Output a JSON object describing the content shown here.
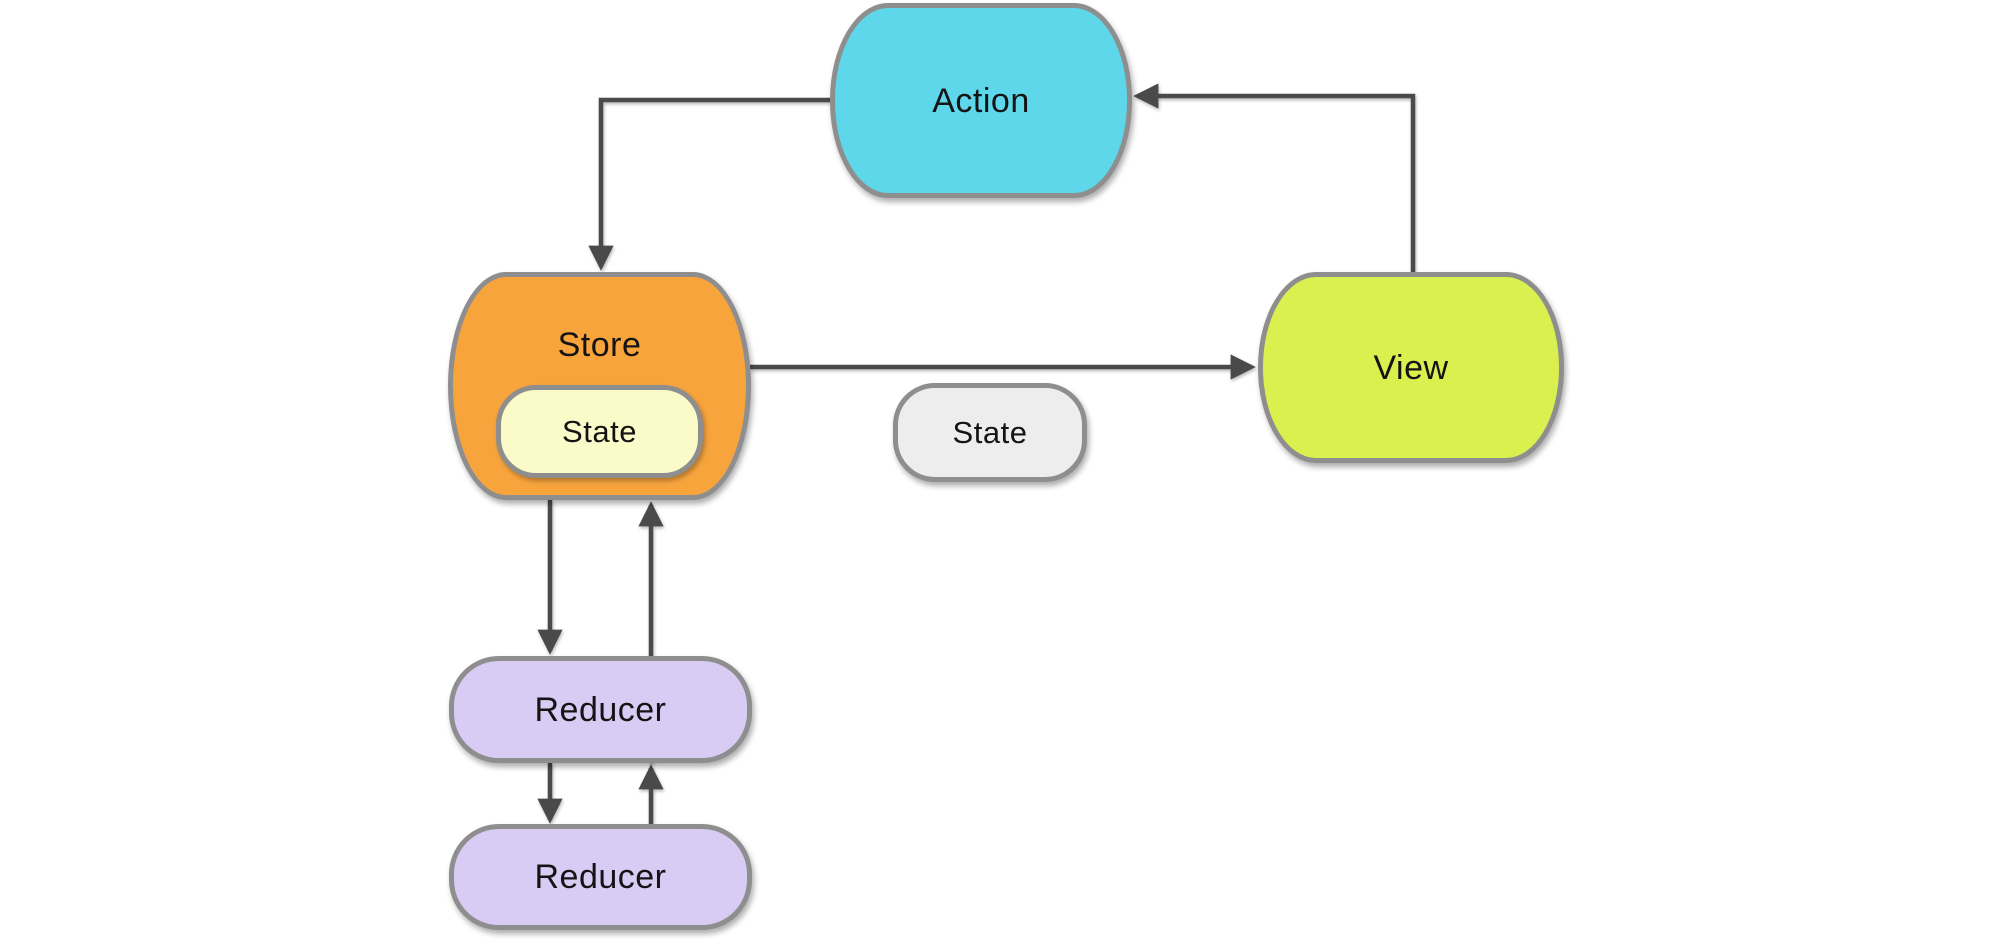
{
  "diagram": {
    "type": "flow-diagram",
    "nodes": [
      {
        "id": "action",
        "label": "Action",
        "fill": "#5fd7eb"
      },
      {
        "id": "store",
        "label": "Store",
        "fill": "#f7a43d"
      },
      {
        "id": "store-state",
        "label": "State",
        "fill": "#fbfac9"
      },
      {
        "id": "state",
        "label": "State",
        "fill": "#ededed"
      },
      {
        "id": "view",
        "label": "View",
        "fill": "#d9f04f"
      },
      {
        "id": "reducer-1",
        "label": "Reducer",
        "fill": "#d9ccf4"
      },
      {
        "id": "reducer-2",
        "label": "Reducer",
        "fill": "#d9ccf4"
      }
    ],
    "edges": [
      {
        "from": "view",
        "to": "action"
      },
      {
        "from": "action",
        "to": "store"
      },
      {
        "from": "store",
        "to": "view"
      },
      {
        "from": "store",
        "to": "reducer-1"
      },
      {
        "from": "reducer-1",
        "to": "store"
      },
      {
        "from": "reducer-1",
        "to": "reducer-2"
      },
      {
        "from": "reducer-2",
        "to": "reducer-1"
      }
    ],
    "colors": {
      "border": "#8e8e8e",
      "arrow": "#4a4a4a",
      "text": "#141414",
      "background": "#ffffff"
    }
  }
}
